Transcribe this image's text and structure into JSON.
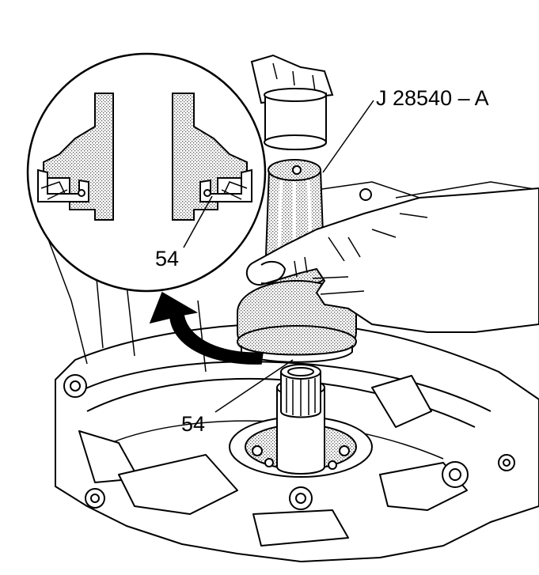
{
  "figure": {
    "callouts": {
      "tool": "J 28540 – A",
      "seal_detail": "54",
      "seal_main": "54"
    },
    "colors": {
      "line": "#000000",
      "fill": "#ffffff",
      "stipple": "#b3b3b3"
    }
  }
}
